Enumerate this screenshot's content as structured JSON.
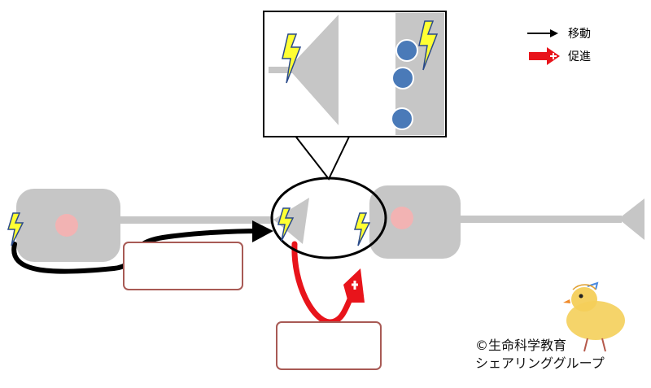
{
  "legend": {
    "move_label": "移動",
    "promote_label": "促進"
  },
  "credit": {
    "line1": "©生命科学教育",
    "line2": "シェアリンググループ"
  },
  "colors": {
    "neuron_gray": "#c6c6c6",
    "nucleus_pink": "#f2b3b3",
    "vesicle_blue": "#4a7ab8",
    "arrow_black": "#000000",
    "arrow_red": "#e8141b",
    "label_box_border": "#a85a55",
    "lightning_yellow": "#ffff33"
  },
  "icons": [
    "lightning-icon",
    "chick-mascot"
  ]
}
